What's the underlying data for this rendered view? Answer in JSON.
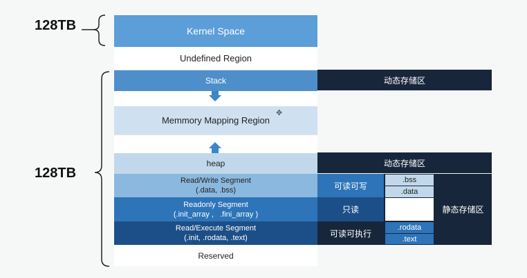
{
  "brace_labels": {
    "top": "128TB",
    "bottom": "128TB"
  },
  "segments": {
    "kernel": "Kernel Space",
    "undefined": "Undefined Region",
    "stack": "Stack",
    "mmap": "Memmory Mapping Region",
    "heap": "heap",
    "rw_line1": "Read/Write Segment",
    "rw_line2": "(.data, .bss)",
    "ro_line1": "Readonly Segment",
    "ro_line2": "(.init_array ,   .fini_array )",
    "rx_line1": "Read/Execute Segment",
    "rx_line2": "(.init, .rodata, .text)",
    "reserved": "Reserved"
  },
  "annotations": {
    "dynamic_top": "动态存储区",
    "dynamic_mid": "动态存储区",
    "static": "静态存储区",
    "rw": "可读可写",
    "ro": "只读",
    "rx": "可读可执行"
  },
  "sections": {
    "bss": ".bss",
    "data": ".data",
    "rodata": ".rodata",
    "text": ".text"
  },
  "colors": {
    "dark_navy": "#17263a",
    "mid_blue": "#2d74b8",
    "light_blue": "#c1d8ea",
    "arrow_blue": "#3a86c8"
  }
}
